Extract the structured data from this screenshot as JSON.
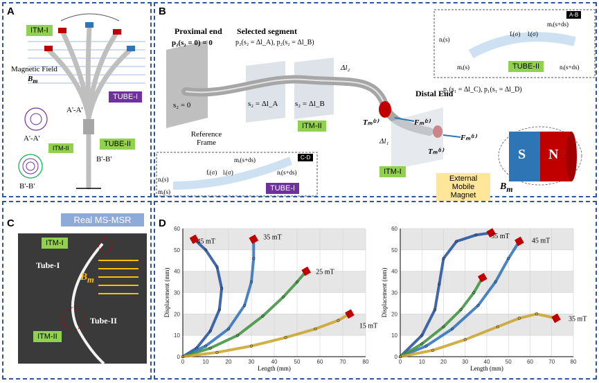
{
  "panels": {
    "A": {
      "label": "A",
      "itm1": "ITM-I",
      "itm2": "ITM-II",
      "magnetic_field": "Magnetic Field",
      "bm": "B",
      "bm_sub": "m",
      "tube1": "TUBE-I",
      "tube2": "TUBE-II",
      "section_aa": "A'-A'",
      "section_bb": "B'-B'",
      "section_aa_label": "A'-A'",
      "section_bb_label": "B'-B'"
    },
    "B": {
      "label": "B",
      "proximal_end": "Proximal end",
      "proximal_eq": "p₂(s₂ = 0) = 0",
      "selected_segment": "Selected segment",
      "selected_eq": "p₂(s₂ = Δl_A), p₂(s₂ = Δl_B)",
      "s2_zero": "s₂ = 0",
      "s2_a": "s₂ = Δl_A",
      "s2_b": "s₂ = Δl_B",
      "reference_frame": "Reference Frame",
      "itm2": "ITM-II",
      "itm1": "ITM-I",
      "delta_l2": "Δl₂",
      "delta_l1": "Δl₁",
      "distal_end": "Distal End",
      "p1_eq": "p₁(s₁ = Δl_C), p₁(s₁ = Δl_D)",
      "T2": "Tₘ⁽²⁾",
      "F2": "Fₘ⁽²⁾",
      "T1": "Tₘ⁽¹⁾",
      "F1": "Fₘ⁽¹⁾",
      "external_magnet": "External Mobile Magnet",
      "magnet_s": "S",
      "magnet_n": "N",
      "bm": "B",
      "bm_sub": "m",
      "ab_tag": "A-B",
      "ab_tube": "TUBE-II",
      "cd_tag": "C-D",
      "cd_tube": "TUBE-I",
      "inset_mi_s": "mᵢ(s)",
      "inset_ni_s": "nᵢ(s)",
      "inset_mi_sds": "mᵢ(s+ds)",
      "inset_ni_sds": "nᵢ(s+ds)",
      "inset_f": "fᵢ(σ)",
      "inset_l": "lᵢ(σ)"
    },
    "C": {
      "label": "C",
      "title": "Real MS-MSR",
      "itm1": "ITM-I",
      "itm2": "ITM-II",
      "tube1": "Tube-I",
      "tube2": "Tube-II",
      "bm": "B",
      "bm_sub": "m"
    },
    "D": {
      "label": "D"
    }
  },
  "colors": {
    "panel_border": "#2f5597",
    "itm_tag": "#92d050",
    "tube_tag": "#7030a0",
    "magnet_s": "#2e75b6",
    "magnet_n": "#c00000",
    "magnet_label_bg": "#ffe699",
    "real_title_bg": "#8eaadb"
  },
  "chart_data": [
    {
      "type": "line",
      "xlabel": "Length (mm)",
      "ylabel": "Displacement (mm)",
      "xlim": [
        0,
        80
      ],
      "ylim": [
        0,
        60
      ],
      "xticks": [
        0,
        10,
        20,
        30,
        40,
        50,
        60,
        70,
        80
      ],
      "yticks": [
        0,
        10,
        20,
        30,
        40,
        50,
        60
      ],
      "grid": true,
      "series": [
        {
          "name": "45 mT",
          "x": [
            0,
            6,
            12,
            16,
            17,
            15,
            10,
            5
          ],
          "y": [
            0,
            4,
            12,
            22,
            32,
            42,
            50,
            55
          ]
        },
        {
          "name": "35 mT",
          "x": [
            0,
            10,
            20,
            27,
            30,
            31,
            31
          ],
          "y": [
            0,
            5,
            13,
            24,
            35,
            46,
            55
          ]
        },
        {
          "name": "25 mT",
          "x": [
            0,
            12,
            24,
            35,
            44,
            50,
            54
          ],
          "y": [
            0,
            4,
            10,
            19,
            28,
            35,
            40
          ]
        },
        {
          "name": "15 mT",
          "x": [
            0,
            15,
            30,
            45,
            58,
            68,
            73
          ],
          "y": [
            0,
            2,
            5,
            9,
            13,
            17,
            20
          ]
        }
      ],
      "annotations": [
        "45 mT",
        "35 mT",
        "25 mT",
        "15 mT"
      ]
    },
    {
      "type": "line",
      "xlabel": "Length (mm)",
      "ylabel": "Displacement (mm)",
      "xlim": [
        0,
        80
      ],
      "ylim": [
        0,
        60
      ],
      "xticks": [
        0,
        10,
        20,
        30,
        40,
        50,
        60,
        70,
        80
      ],
      "yticks": [
        0,
        10,
        20,
        30,
        40,
        50,
        60
      ],
      "grid": true,
      "series": [
        {
          "name": "55 mT",
          "x": [
            0,
            10,
            16,
            18,
            20,
            26,
            35,
            42
          ],
          "y": [
            0,
            10,
            22,
            34,
            46,
            54,
            57,
            58
          ]
        },
        {
          "name": "45 mT",
          "x": [
            0,
            12,
            24,
            36,
            44,
            50,
            55
          ],
          "y": [
            0,
            5,
            13,
            24,
            35,
            46,
            54
          ]
        },
        {
          "name": "25 mT",
          "x": [
            0,
            10,
            20,
            28,
            34,
            38
          ],
          "y": [
            0,
            6,
            14,
            22,
            30,
            37
          ]
        },
        {
          "name": "35 mT",
          "x": [
            0,
            15,
            30,
            45,
            55,
            63,
            72
          ],
          "y": [
            0,
            3,
            8,
            14,
            18,
            20,
            18
          ]
        }
      ],
      "annotations": [
        "55 mT",
        "45 mT",
        "35 mT"
      ]
    }
  ]
}
